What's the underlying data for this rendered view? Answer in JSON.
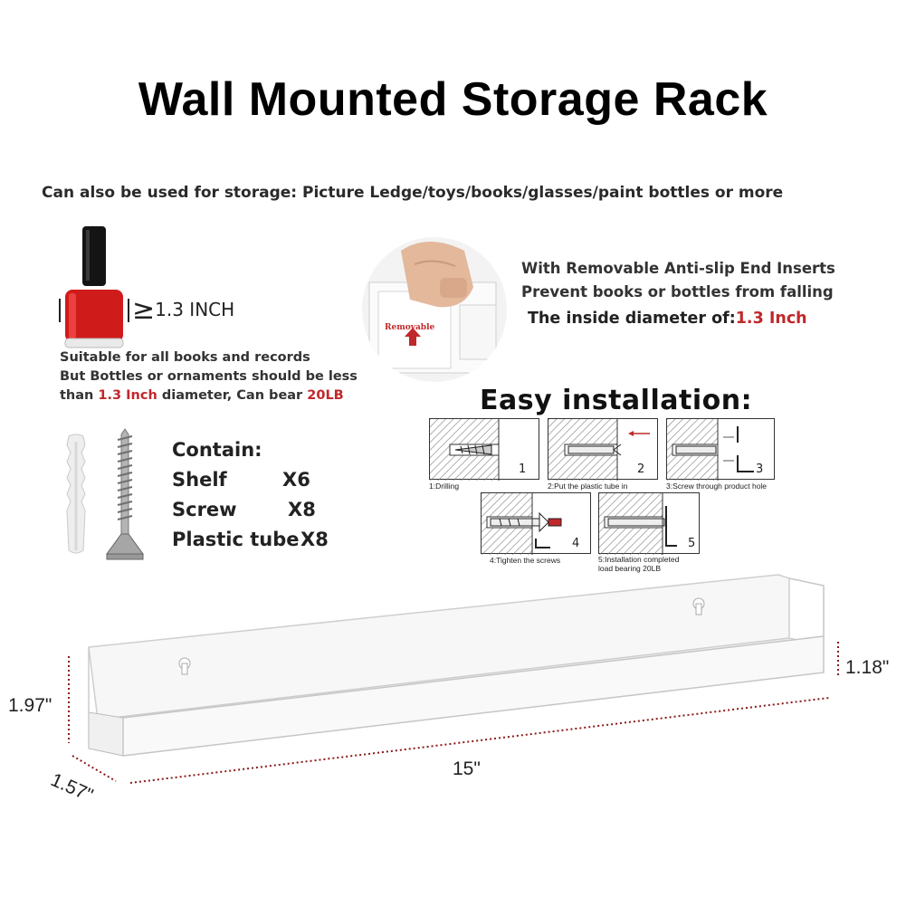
{
  "title": "Wall Mounted Storage Rack",
  "subtitle": "Can also be used for storage: Picture Ledge/toys/books/glasses/paint bottles or more",
  "size_note": {
    "symbol": "≥",
    "text": "1.3 INCH"
  },
  "suitable": {
    "line1": "Suitable for all books and records",
    "line2": "But Bottles or ornaments should be less",
    "line3_prefix": "than ",
    "line3_size": "1.3 Inch",
    "line3_middle": " diameter, Can bear ",
    "line3_load": "20LB"
  },
  "photo_label": "Removable",
  "anti_slip": {
    "line1": "With Removable Anti-slip End Inserts",
    "line2": "Prevent books or bottles from falling",
    "inside_prefix": "The inside diameter of:",
    "inside_value": "1.3 Inch"
  },
  "installation": {
    "heading": "Easy installation:",
    "steps": [
      {
        "num": "1",
        "caption": "1:Drilling"
      },
      {
        "num": "2",
        "caption": "2:Put the plastic tube in"
      },
      {
        "num": "3",
        "caption": "3:Screw through product hole"
      },
      {
        "num": "4",
        "caption": "4:Tighten the screws"
      },
      {
        "num": "5",
        "caption": "5:Installation completed",
        "caption2": "load bearing 20LB"
      }
    ]
  },
  "contain": {
    "heading": "Contain:",
    "items": [
      {
        "name": "Shelf",
        "qty": "X6"
      },
      {
        "name": "Screw",
        "qty": "X8"
      },
      {
        "name": "Plastic tube",
        "qty": "X8"
      }
    ]
  },
  "dimensions": {
    "height": "1.97\"",
    "depth": "1.57\"",
    "length": "15\"",
    "lip": "1.18\""
  },
  "colors": {
    "accent_red": "#c0282b",
    "dim_line": "#8b1a1a"
  },
  "icons": [
    "nail-polish-icon",
    "wall-anchor-icon",
    "screw-icon",
    "drill-icon"
  ]
}
